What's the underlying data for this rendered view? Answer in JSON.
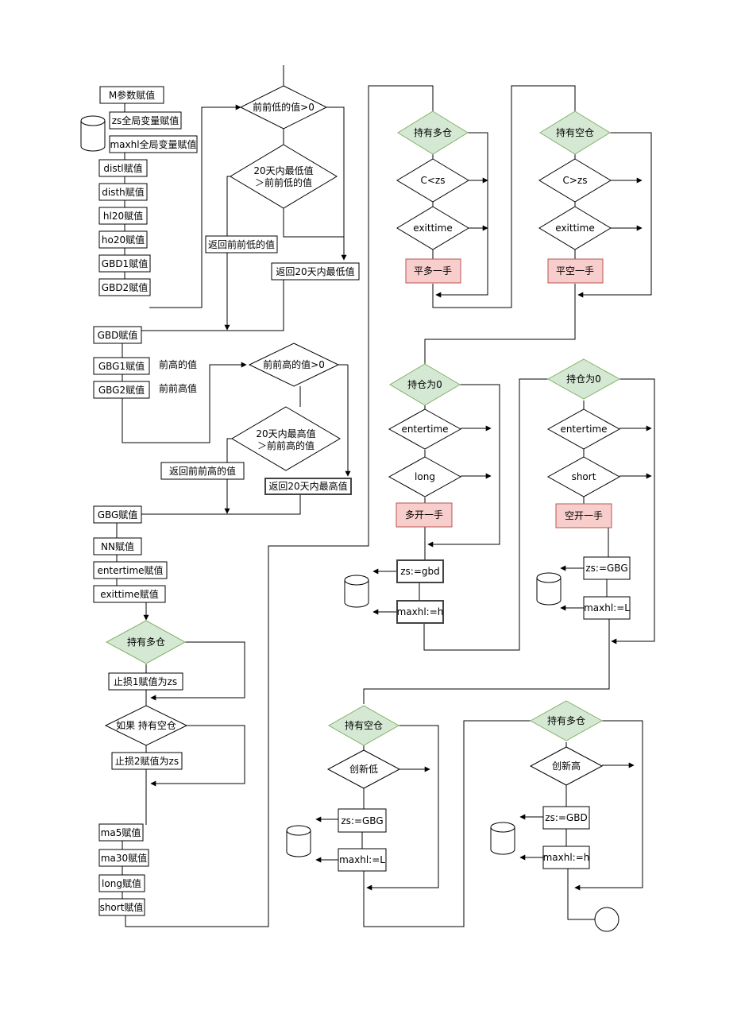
{
  "col1": {
    "m_param": "M参数赋值",
    "zs_global": "zs全局变量赋值",
    "maxhl_global": "maxhl全局变量赋值",
    "distl": "distl赋值",
    "disth": "disth赋值",
    "hl20": "hl20赋值",
    "ho20": "ho20赋值",
    "gbd1": "GBD1赋值",
    "gbd2": "GBD2赋值",
    "gbd": "GBD赋值",
    "gbg1": "GBG1赋值",
    "gbg1_note": "前高的值",
    "gbg2": "GBG2赋值",
    "gbg2_note": "前前高值",
    "gbg": "GBG赋值",
    "nn": "NN赋值",
    "entertime": "entertime赋值",
    "exittime": "exittime赋值",
    "hold_long": "持有多仓",
    "stop1": "止损1赋值为zs",
    "if_hold_short": "如果 持有空仓",
    "stop2": "止损2赋值为zs",
    "ma5": "ma5赋值",
    "ma30": "ma30赋值",
    "long": "long赋值",
    "short": "short赋值"
  },
  "low_block": {
    "cond1": "前前低的值>0",
    "cond2_l1": "20天内最低值",
    "cond2_l2": "＞前前低的值",
    "ret_prev_low": "返回前前低的值",
    "ret_20d_low": "返回20天内最低值"
  },
  "high_block": {
    "cond1": "前前高的值>0",
    "cond2_l1": "20天内最高值",
    "cond2_l2": "＞前前高的值",
    "ret_prev_high": "返回前前高的值",
    "ret_20d_high": "返回20天内最高值"
  },
  "close_long": {
    "hold": "持有多仓",
    "cond_c": "C<zs",
    "cond_exit": "exittime",
    "action": "平多一手"
  },
  "close_short": {
    "hold": "持有空仓",
    "cond_c": "C>zs",
    "cond_exit": "exittime",
    "action": "平空一手"
  },
  "open_long": {
    "hold": "持仓为0",
    "cond_enter": "entertime",
    "cond_dir": "long",
    "action": "多开一手",
    "set_zs": "zs:=gbd",
    "set_maxhl": "maxhl:=h"
  },
  "open_short": {
    "hold": "持仓为0",
    "cond_enter": "entertime",
    "cond_dir": "short",
    "action": "空开一手",
    "set_zs": "zs:=GBG",
    "set_maxhl": "maxhl:=L"
  },
  "trail_short": {
    "hold": "持有空仓",
    "cond": "创新低",
    "set_zs": "zs:=GBG",
    "set_maxhl": "maxhl:=L"
  },
  "trail_long": {
    "hold": "持有多仓",
    "cond": "创新高",
    "set_zs": "zs:=GBD",
    "set_maxhl": "maxhl:=h"
  }
}
